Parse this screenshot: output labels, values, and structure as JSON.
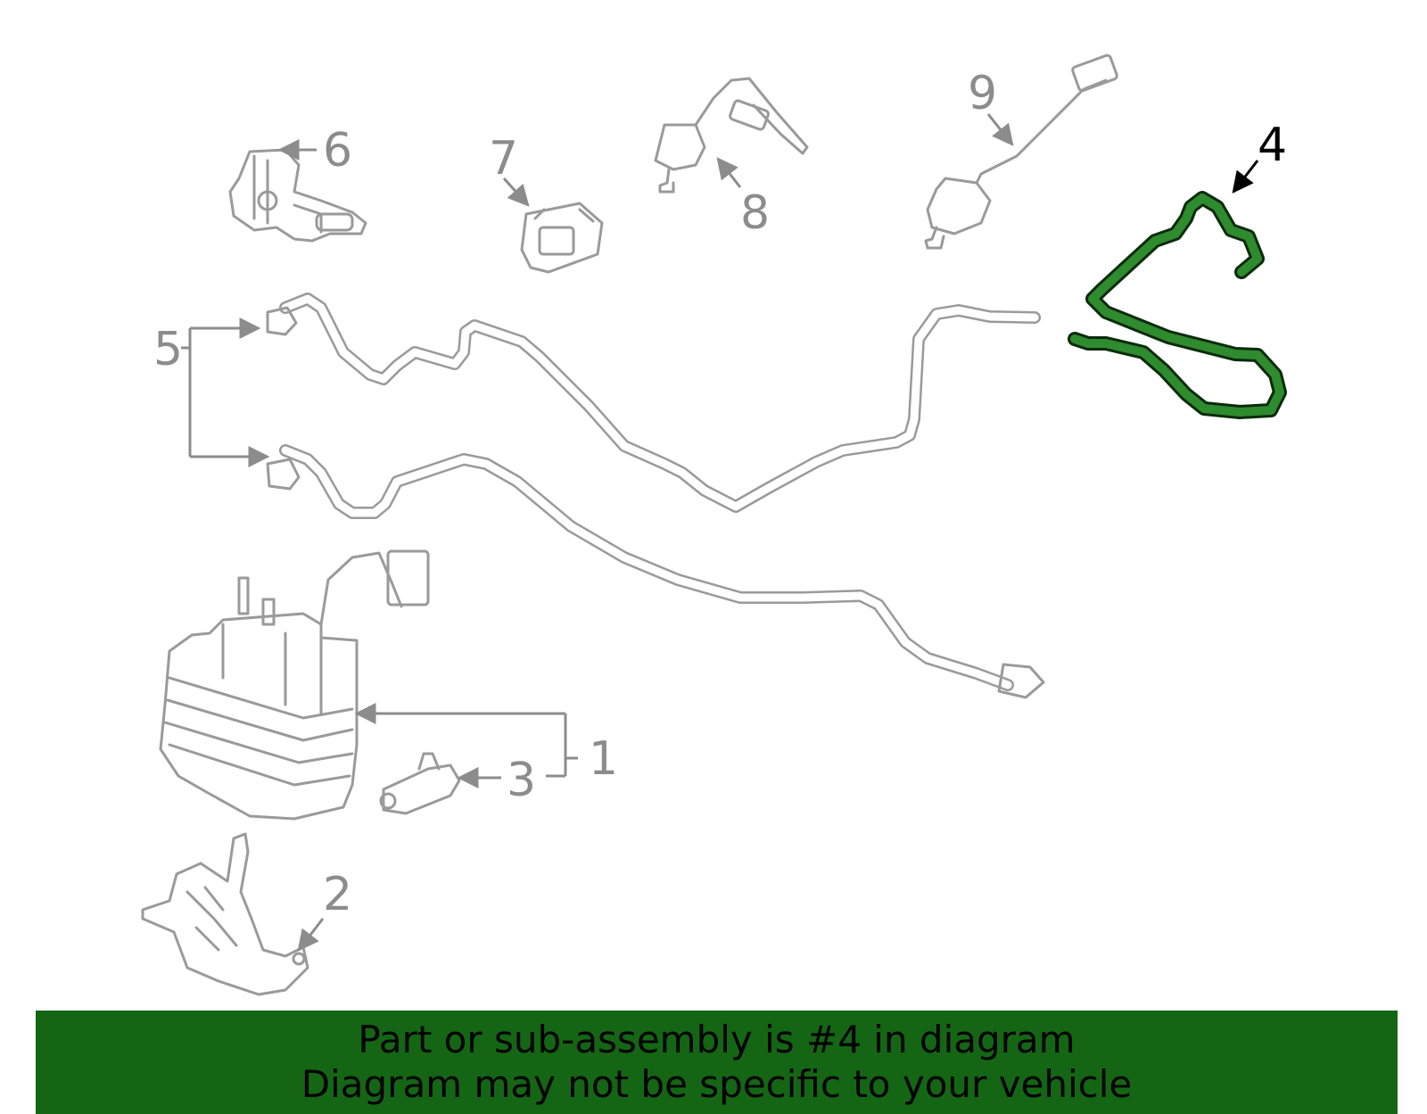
{
  "diagram": {
    "callouts": {
      "c1": "1",
      "c2": "2",
      "c3": "3",
      "c4": "4",
      "c5": "5",
      "c6": "6",
      "c7": "7",
      "c8": "8",
      "c9": "9"
    },
    "highlighted_callout": "4",
    "colors": {
      "highlight": "#2e8b2e",
      "outline": "#9a9a9a",
      "banner": "#146614"
    }
  },
  "banner": {
    "line1": "Part or sub-assembly is #4 in diagram",
    "line2": "Diagram may not be specific to your vehicle"
  }
}
